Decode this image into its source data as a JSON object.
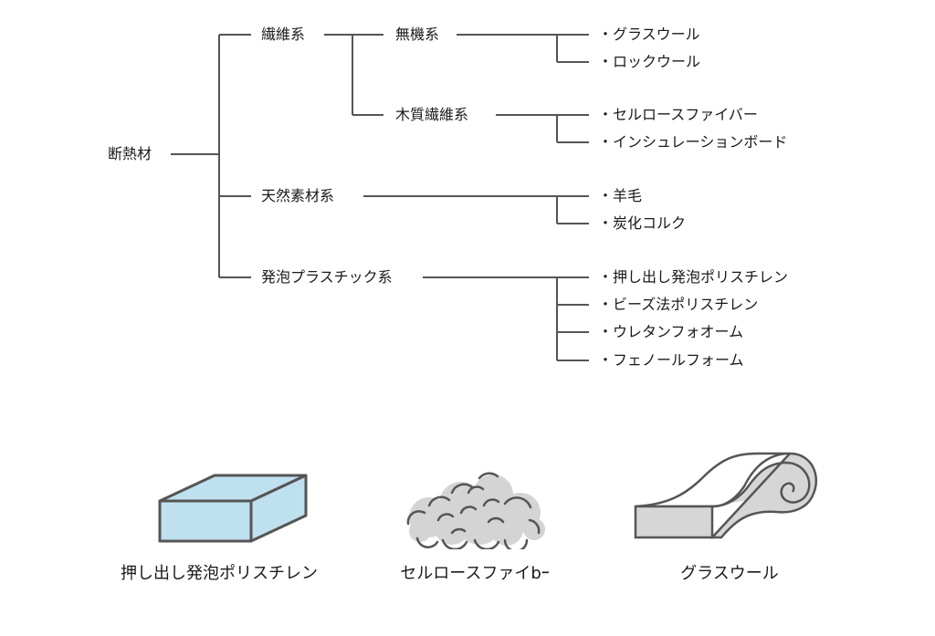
{
  "diagram": {
    "root": "断熱材",
    "categories": [
      {
        "label": "繊維系",
        "subcategories": [
          {
            "label": "無機系",
            "items": [
              "・グラスウール",
              "・ロックウール"
            ]
          },
          {
            "label": "木質繊維系",
            "items": [
              "・セルロースファイバー",
              "・インシュレーションボード"
            ]
          }
        ]
      },
      {
        "label": "天然素材系",
        "items": [
          "・羊毛",
          "・炭化コルク"
        ]
      },
      {
        "label": "発泡プラスチック系",
        "items": [
          "・押し出し発泡ポリスチレン",
          "・ビーズ法ポリスチレン",
          "・ウレタンフォオーム",
          "・フェノールフォーム"
        ]
      }
    ]
  },
  "illustrations": [
    {
      "caption": "押し出し発泡ポリスチレン",
      "icon": "foam-board-icon",
      "fill": "#bfe0ef"
    },
    {
      "caption": "セルロースファイbｰ",
      "icon": "cellulose-cloud-icon",
      "fill": "#d4d4d4"
    },
    {
      "caption": "グラスウール",
      "icon": "glass-wool-roll-icon",
      "fill": "#d6d6d6"
    }
  ],
  "colors": {
    "line": "#555555",
    "outline": "#555555"
  }
}
